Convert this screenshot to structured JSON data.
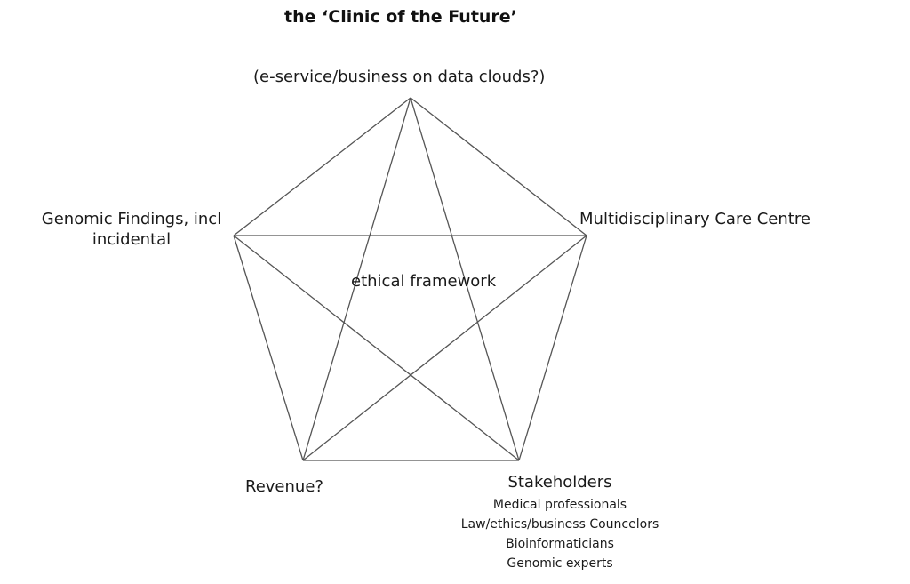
{
  "title": "the ‘Clinic of the Future’",
  "nodes": {
    "top": "(e-service/business on data clouds?)",
    "left": "Genomic Findings, incl incidental",
    "right": "Multidisciplinary Care Centre",
    "bottom_left": "Revenue?",
    "bottom_right": "Stakeholders",
    "center": "ethical framework"
  },
  "stakeholders": [
    "Medical professionals",
    "Law/ethics/business Councelors",
    "Bioinformaticians",
    "Genomic experts"
  ],
  "edges": [
    [
      "top",
      "right"
    ],
    [
      "right",
      "bottom_right"
    ],
    [
      "bottom_right",
      "bottom_left"
    ],
    [
      "bottom_left",
      "left"
    ],
    [
      "left",
      "top"
    ],
    [
      "top",
      "bottom_left"
    ],
    [
      "top",
      "bottom_right"
    ],
    [
      "left",
      "right"
    ],
    [
      "left",
      "bottom_right"
    ],
    [
      "right",
      "bottom_left"
    ]
  ],
  "colors": {
    "line": "#555555",
    "text": "#1a1a1a"
  }
}
